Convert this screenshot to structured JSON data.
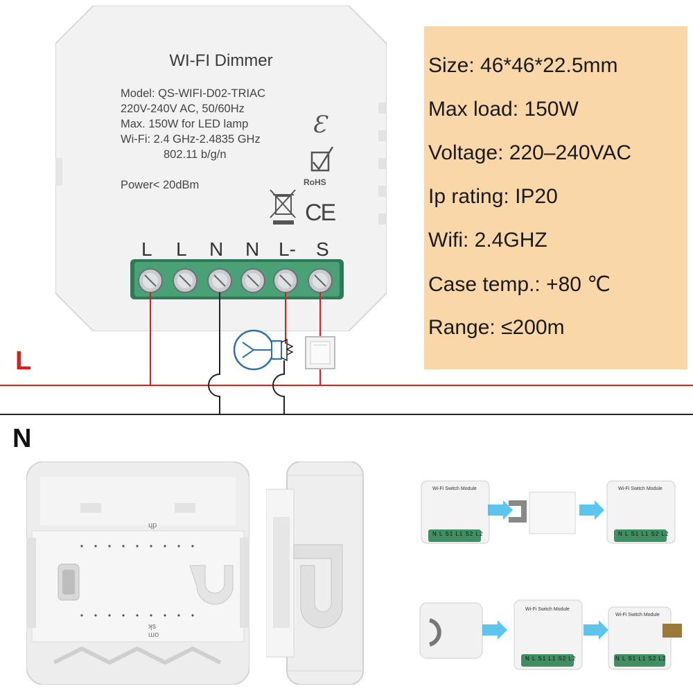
{
  "module": {
    "title": "WI-FI Dimmer",
    "specs": [
      "Model: QS-WIFI-D02-TRIAC",
      "220V-240V AC, 50/60Hz",
      "Max. 150W for LED lamp",
      "Wi-Fi: 2.4 GHz-2.4835 GHz"
    ],
    "spec_indent": "802.11 b/g/n",
    "power": "Power< 20dBm",
    "e_mark": "Ɛ",
    "rohs": "RoHS",
    "ce": "CE",
    "terminals": [
      "L",
      "L",
      "N",
      "N",
      "L-",
      "S"
    ]
  },
  "specs_box": {
    "lines": [
      "Size: 46*46*22.5mm",
      "Max load: 150W",
      "Voltage: 220–240VAC",
      "Ip rating: IP20",
      "Wifi: 2.4GHZ",
      "Case temp.: +80 ℃",
      "Range: ≤200m"
    ],
    "background": "#fad7a8"
  },
  "wiring": {
    "live_label": "L",
    "neutral_label": "N",
    "live_color": "#e11b1b",
    "neutral_color": "#111111",
    "lamp_color": "#2e6fb0"
  },
  "mini_modules": {
    "title": "Wi-Fi Switch Module",
    "terminals": "N L S1 L1 S2 L2",
    "arrow_color": "#35b7e6"
  },
  "module_photo": {
    "back_marks": [
      "ɥp",
      "ɯo",
      "ʞs"
    ]
  }
}
